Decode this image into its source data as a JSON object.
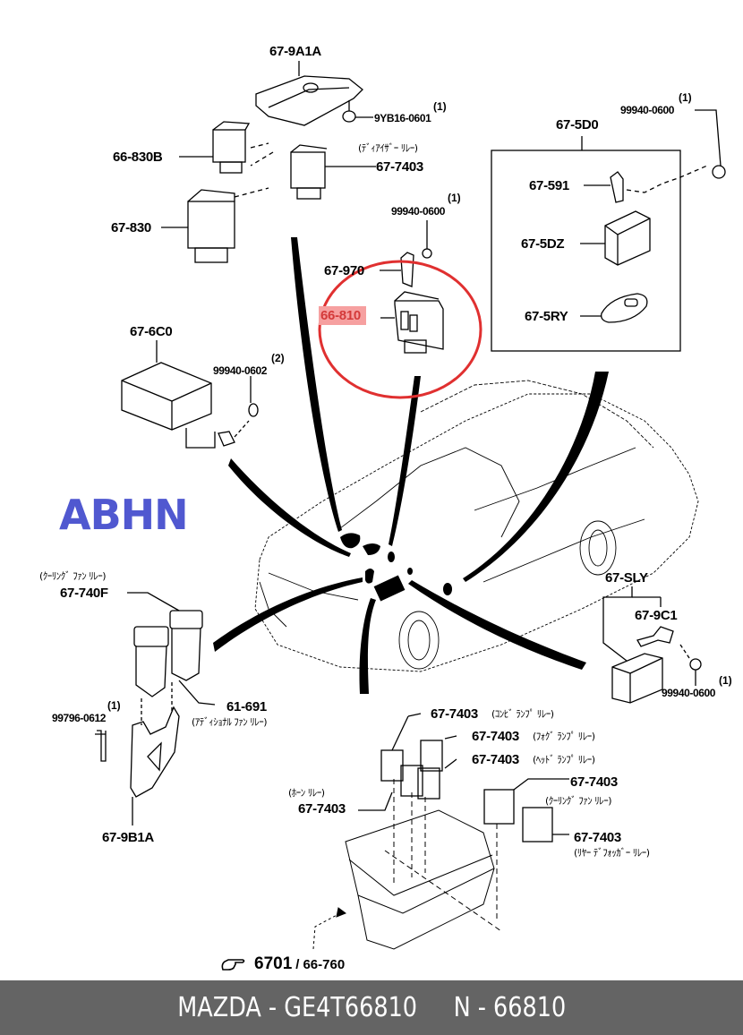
{
  "diagram": {
    "watermark": "ABHN",
    "highlight_color": "#e03030",
    "parts": {
      "p679a1a": "67-9A1A",
      "p9yb16": "9YB16-0601",
      "p9yb16_qty": "(1)",
      "p66830b": "66-830B",
      "p677403_defogger_note": "(ﾃﾞｨｱｲｻﾞｰ ﾘﾚｰ)",
      "p677403_a": "67-7403",
      "p67830": "67-830",
      "p99940_0600_mid": "99940-0600",
      "p99940_0600_mid_qty": "(1)",
      "p67970": "67-970",
      "p66810": "66-810",
      "p675d0": "67-5D0",
      "p99940_0600_top": "99940-0600",
      "p99940_0600_top_qty": "(1)",
      "p67591": "67-591",
      "p675dz": "67-5DZ",
      "p675ry": "67-5RY",
      "p676c0": "67-6C0",
      "p99940_0602": "99940-0602",
      "p99940_0602_qty": "(2)",
      "p67740f_note": "(ｸｰﾘﾝｸﾞ ﾌｧﾝ ﾘﾚｰ)",
      "p67740f": "67-740F",
      "p61691": "61-691",
      "p61691_note": "(ｱﾃﾞｨｼｮﾅﾙ ﾌｧﾝ ﾘﾚｰ)",
      "p99796": "99796-0612",
      "p99796_qty": "(1)",
      "p679b1a": "67-9B1A",
      "p67sly": "67-SLY",
      "p679c1": "67-9C1",
      "p99940_0600_right": "99940-0600",
      "p99940_0600_right_qty": "(1)",
      "relay_combi": "67-7403",
      "relay_combi_note": "(ｺﾝﾋﾞ ﾗﾝﾌﾟ ﾘﾚｰ)",
      "relay_fog": "67-7403",
      "relay_fog_note": "(ﾌｫｸﾞ ﾗﾝﾌﾟ ﾘﾚｰ)",
      "relay_head": "67-7403",
      "relay_head_note": "(ﾍｯﾄﾞ ﾗﾝﾌﾟ ﾘﾚｰ)",
      "relay_horn_note": "(ﾎｰﾝ ﾘﾚｰ)",
      "relay_horn": "67-7403",
      "relay_cool": "67-7403",
      "relay_cool_note": "(ｸｰﾘﾝｸﾞ ﾌｧﾝ ﾘﾚｰ)",
      "relay_rear": "67-7403",
      "relay_rear_note": "(ﾘﾔｰ ﾃﾞﾌｫｯｶﾞｰ ﾘﾚｰ)"
    },
    "reference": {
      "section": "6701",
      "separator": "/",
      "part": "66-760"
    }
  },
  "footer": {
    "text": "MAZDA - GE4T66810     N - 66810"
  }
}
